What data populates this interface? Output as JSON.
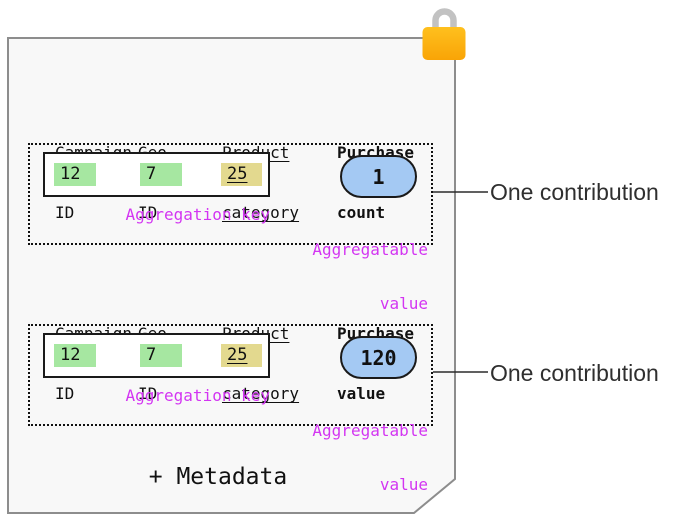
{
  "diagram": {
    "metadata_label": "+ Metadata",
    "lock_icon": "lock-icon",
    "colors": {
      "page_fill": "#f8f8f8",
      "page_border": "#8d8d8d",
      "key_cell_green": "#a6e7a1",
      "key_cell_yellow": "#e3d98f",
      "value_pill_blue": "#a4c9f3",
      "annotation_magenta": "#d335f2",
      "lock_body_orange": "#fbab0e",
      "lock_shackle_gray": "#c2c2c2"
    },
    "sections": [
      {
        "columns": [
          {
            "line1": "Campaign",
            "line2": "ID"
          },
          {
            "line1": "Geo",
            "line2": "ID"
          },
          {
            "line1": "Product",
            "line2": "category"
          },
          {
            "line1": "Purchase",
            "line2": "count"
          }
        ],
        "key_cells": [
          "12",
          "7",
          "25"
        ],
        "key_label": "Aggregation key",
        "value": "1",
        "value_label_line1": "Aggregatable",
        "value_label_line2": "value",
        "callout": "One contribution"
      },
      {
        "columns": [
          {
            "line1": "Campaign",
            "line2": "ID"
          },
          {
            "line1": "Geo",
            "line2": "ID"
          },
          {
            "line1": "Product",
            "line2": "category"
          },
          {
            "line1": "Purchase",
            "line2": "value"
          }
        ],
        "key_cells": [
          "12",
          "7",
          "25"
        ],
        "key_label": "Aggregation key",
        "value": "120",
        "value_label_line1": "Aggregatable",
        "value_label_line2": "value",
        "callout": "One contribution"
      }
    ]
  }
}
